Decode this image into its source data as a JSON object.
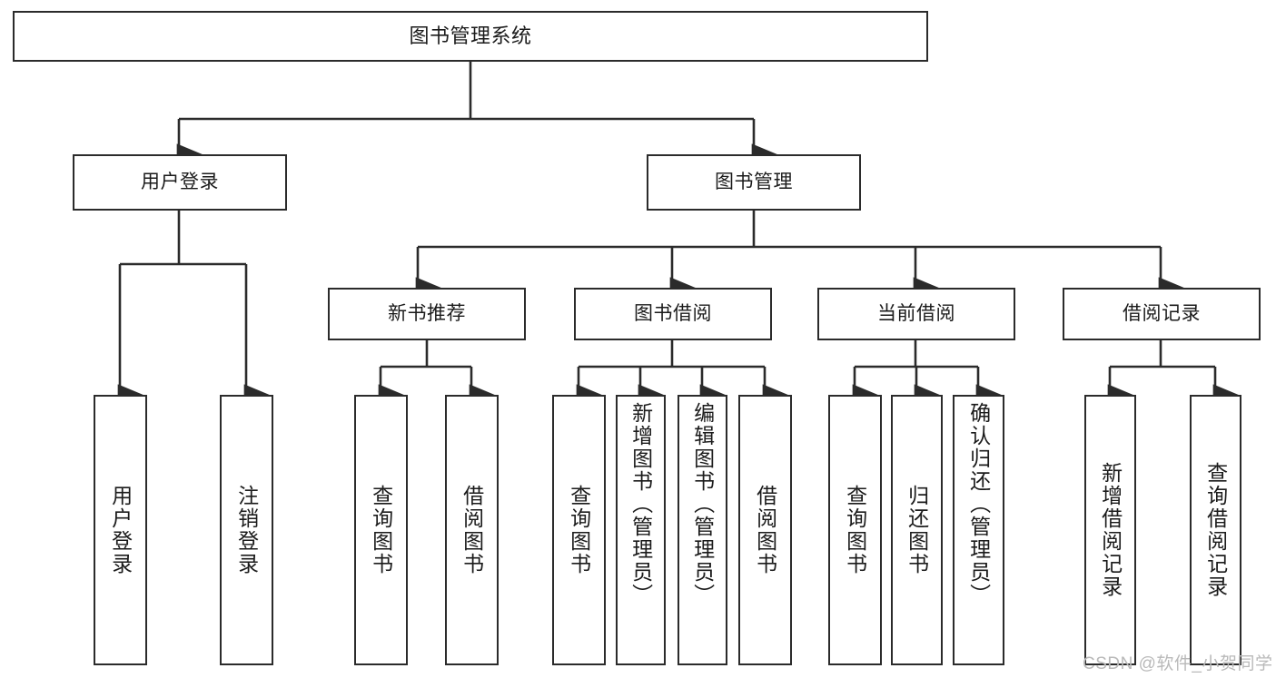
{
  "diagram": {
    "title": "图书管理系统",
    "type": "tree-hierarchy",
    "background_color": "#ffffff",
    "line_color": "#2b2b2b",
    "box_fill": "#ffffff",
    "watermark": "CSDN @软件_小贺同学"
  },
  "nodes": {
    "root": {
      "label": "图书管理系统"
    },
    "level1": [
      {
        "id": "user-login",
        "label": "用户登录"
      },
      {
        "id": "book-management",
        "label": "图书管理"
      }
    ],
    "level2": [
      {
        "id": "new-book-recommend",
        "label": "新书推荐"
      },
      {
        "id": "book-borrow",
        "label": "图书借阅"
      },
      {
        "id": "current-borrow",
        "label": "当前借阅"
      },
      {
        "id": "borrow-record",
        "label": "借阅记录"
      }
    ],
    "leaves": {
      "user_login": [
        {
          "id": "leaf-user-login",
          "label": "用户登录"
        },
        {
          "id": "leaf-logout-login",
          "label": "注销登录"
        }
      ],
      "new_book_recommend": [
        {
          "id": "leaf-query-book-1",
          "label": "查询图书"
        },
        {
          "id": "leaf-borrow-book-1",
          "label": "借阅图书"
        }
      ],
      "book_borrow": [
        {
          "id": "leaf-query-book-2",
          "label": "查询图书"
        },
        {
          "id": "leaf-add-book",
          "label": "新增图书（管理员）"
        },
        {
          "id": "leaf-edit-book",
          "label": "编辑图书（管理员）"
        },
        {
          "id": "leaf-borrow-book-2",
          "label": "借阅图书"
        }
      ],
      "current_borrow": [
        {
          "id": "leaf-query-book-3",
          "label": "查询图书"
        },
        {
          "id": "leaf-return-book",
          "label": "归还图书"
        },
        {
          "id": "leaf-confirm-return",
          "label": "确认归还（管理员）"
        }
      ],
      "borrow_record": [
        {
          "id": "leaf-add-record",
          "label": "新增借阅记录"
        },
        {
          "id": "leaf-query-record",
          "label": "查询借阅记录"
        }
      ]
    }
  }
}
